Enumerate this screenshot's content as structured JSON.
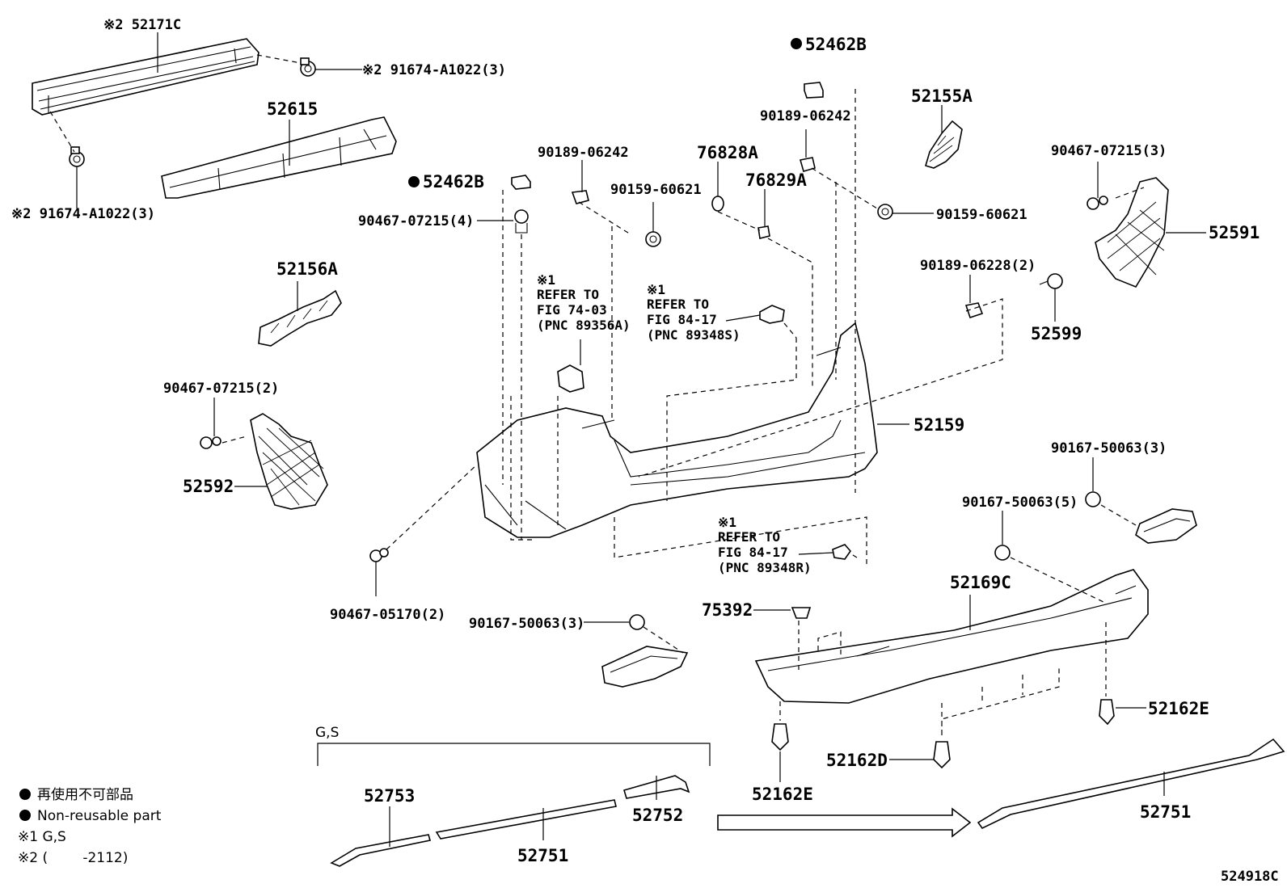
{
  "labels": {
    "p52171c": "※2 52171C",
    "p91674_top": "※2 91674-A1022(3)",
    "p91674_left": "※2 91674-A1022(3)",
    "p52615": "52615",
    "p52462b_mid": "52462B",
    "p52462b_top": "52462B",
    "p90467_07215_4": "90467-07215(4)",
    "p90189_06242_a": "90189-06242",
    "p90159_60621_a": "90159-60621",
    "p76828a": "76828A",
    "p76829a": "76829A",
    "p90189_06242_b": "90189-06242",
    "p90159_60621_b": "90159-60621",
    "p52155a": "52155A",
    "p90467_07215_3": "90467-07215(3)",
    "p52591": "52591",
    "p90189_06228_2": "90189-06228(2)",
    "p52599": "52599",
    "p52156a": "52156A",
    "p90467_07215_2": "90467-07215(2)",
    "p52592": "52592",
    "p52159": "52159",
    "p90467_05170_2": "90467-05170(2)",
    "p90167_50063_3a": "90167-50063(3)",
    "p90167_50063_5": "90167-50063(5)",
    "p90167_50063_3b": "90167-50063(3)",
    "p52169c": "52169C",
    "p75392": "75392",
    "p52162e_right": "52162E",
    "p52162d": "52162D",
    "p52162e_bottom": "52162E",
    "p52753": "52753",
    "p52751_mid": "52751",
    "p52752": "52752",
    "p52751_right": "52751",
    "gs": "G,S"
  },
  "refs": {
    "ref1": [
      "※1",
      "REFER TO",
      "FIG 74-03",
      "(PNC 89356A)"
    ],
    "ref2": [
      "※1",
      "REFER TO",
      "FIG 84-17",
      "(PNC 89348S)"
    ],
    "ref3": [
      "※1",
      "REFER TO",
      "FIG 84-17",
      "(PNC 89348R)"
    ]
  },
  "legend": {
    "line1": "再使用不可部品",
    "line2": "Non-reusable part",
    "line3": "※1 G,S",
    "line4": "※2 (        -2112)"
  },
  "figure_id": "524918C"
}
